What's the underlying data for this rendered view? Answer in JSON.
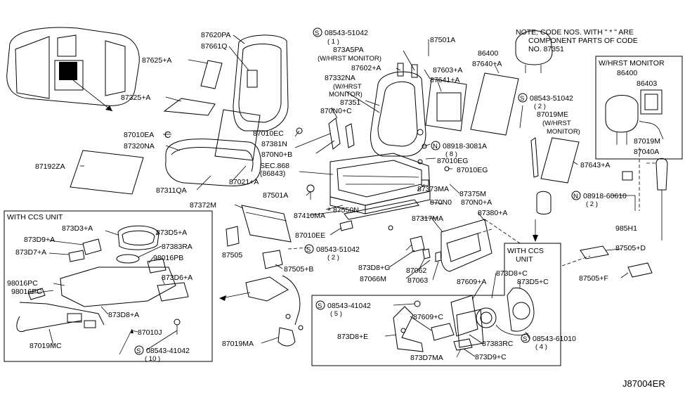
{
  "diagram": {
    "note": [
      "NOTE; CODE NOS. WITH \" * \" ARE",
      "COMPONENT PARTS OF CODE",
      "NO. 87351"
    ],
    "diagram_code": "J87004ER",
    "boxes": {
      "ccs_left": "WITH CCS UNIT",
      "ccs_right": [
        "WITH CCS",
        "UNIT"
      ],
      "hrst": "W/HRST MONITOR"
    },
    "labels": {
      "p87625A": "87625+A",
      "p87620PA": "87620PA",
      "p87661Q": "87661Q",
      "p87325A": "87325+A",
      "p87010EA": "87010EA",
      "p87320NA": "87320NA",
      "p87192ZA": "87192ZA",
      "p87311QA": "87311QA",
      "p87010EC": "87010EC",
      "p87381N": "87381N",
      "p870N0B": "870N0+B",
      "p87021A": "87021+A",
      "sec868": "SEC.868",
      "sec868b": "(86843)",
      "s08543_1": "08543-51042",
      "s08543_1q": "( 1 )",
      "p873A5PA": "873A5PA",
      "p873A5PA_sub": "(W/HRST MONITOR)",
      "p87602A": "87602+A",
      "p87332NA": "87332NA",
      "p87332NA_sub1": "(W/HRST",
      "p87332NA_sub2": "MONITOR)",
      "p87351": "87351",
      "p870N0C": "870N0+C",
      "p87501A_top": "87501A",
      "p87603A": "87603+A",
      "p87641A": "87641+A",
      "p86400": "86400",
      "p87640A": "87640+A",
      "s08543_2": "08543-51042",
      "s08543_2q": "( 2 )",
      "p87019ME": "87019ME",
      "p87019ME_sub1": "(W/HRST",
      "p87019ME_sub2": "MONITOR)",
      "n08918_3081A": "08918-3081A",
      "n08918_3081A_q": "( 8 )",
      "p87010EG_1": "87010EG",
      "p87010EG_2": "87010EG",
      "p87643A": "87643+A",
      "hrst_86400": "86400",
      "hrst_86403": "86403",
      "hrst_87019M": "87019M",
      "hrst_87040A": "87040A",
      "p87501A_mid": "87501A",
      "p87373MA": "87373MA",
      "p87375M": "87375M",
      "p87410MA": "87410MA",
      "p87550N": "87550N",
      "p87372M": "87372M",
      "p870N0": "870N0",
      "p870N0A": "870N0+A",
      "p87380A": "87380+A",
      "n08918_60610": "08918-60610",
      "n08918_60610_q": "( 2 )",
      "p985H1": "985H1",
      "p87317MA": "87317MA",
      "p87010EE": "87010EE",
      "p87505": "87505",
      "s08543_3": "08543-51042",
      "s08543_3q": "( 2 )",
      "p87505B": "87505+B",
      "p873D8G": "873D8+G",
      "p87062": "87062",
      "p87066M": "87066M",
      "p87063": "87063",
      "p87505D": "87505+D",
      "p87505F": "87505+F",
      "p87019MA": "87019MA",
      "l873D3A": "873D3+A",
      "l873D9A": "873D9+A",
      "l873D5A": "873D5+A",
      "l873D7A": "873D7+A",
      "l87383RA": "87383RA",
      "l98016PB": "98016PB",
      "l873D6A": "873D6+A",
      "l98016PC_1": "98016PC",
      "l98016PC_2": "98016PC",
      "l873D8A": "873D8+A",
      "l87010J": "87010J",
      "l87019MC": "87019MC",
      "l08543_41042": "08543-41042",
      "l08543_41042q": "( 10 )",
      "r873D8C": "873D8+C",
      "r87609A": "87609+A",
      "r873D5C": "873D5+C",
      "r08543_41042": "08543-41042",
      "r08543_41042q": "( 5 )",
      "r87609C": "87609+C",
      "r873D8E": "873D8+E",
      "r87383RC": "87383RC",
      "r08543_61010": "08543-61010",
      "r08543_61010q": "( 4 )",
      "r873D7MA": "873D7MA",
      "r873D9C": "873D9+C"
    },
    "symbols": {
      "s": "S",
      "n": "N",
      "c": "C",
      "star": "*"
    }
  }
}
